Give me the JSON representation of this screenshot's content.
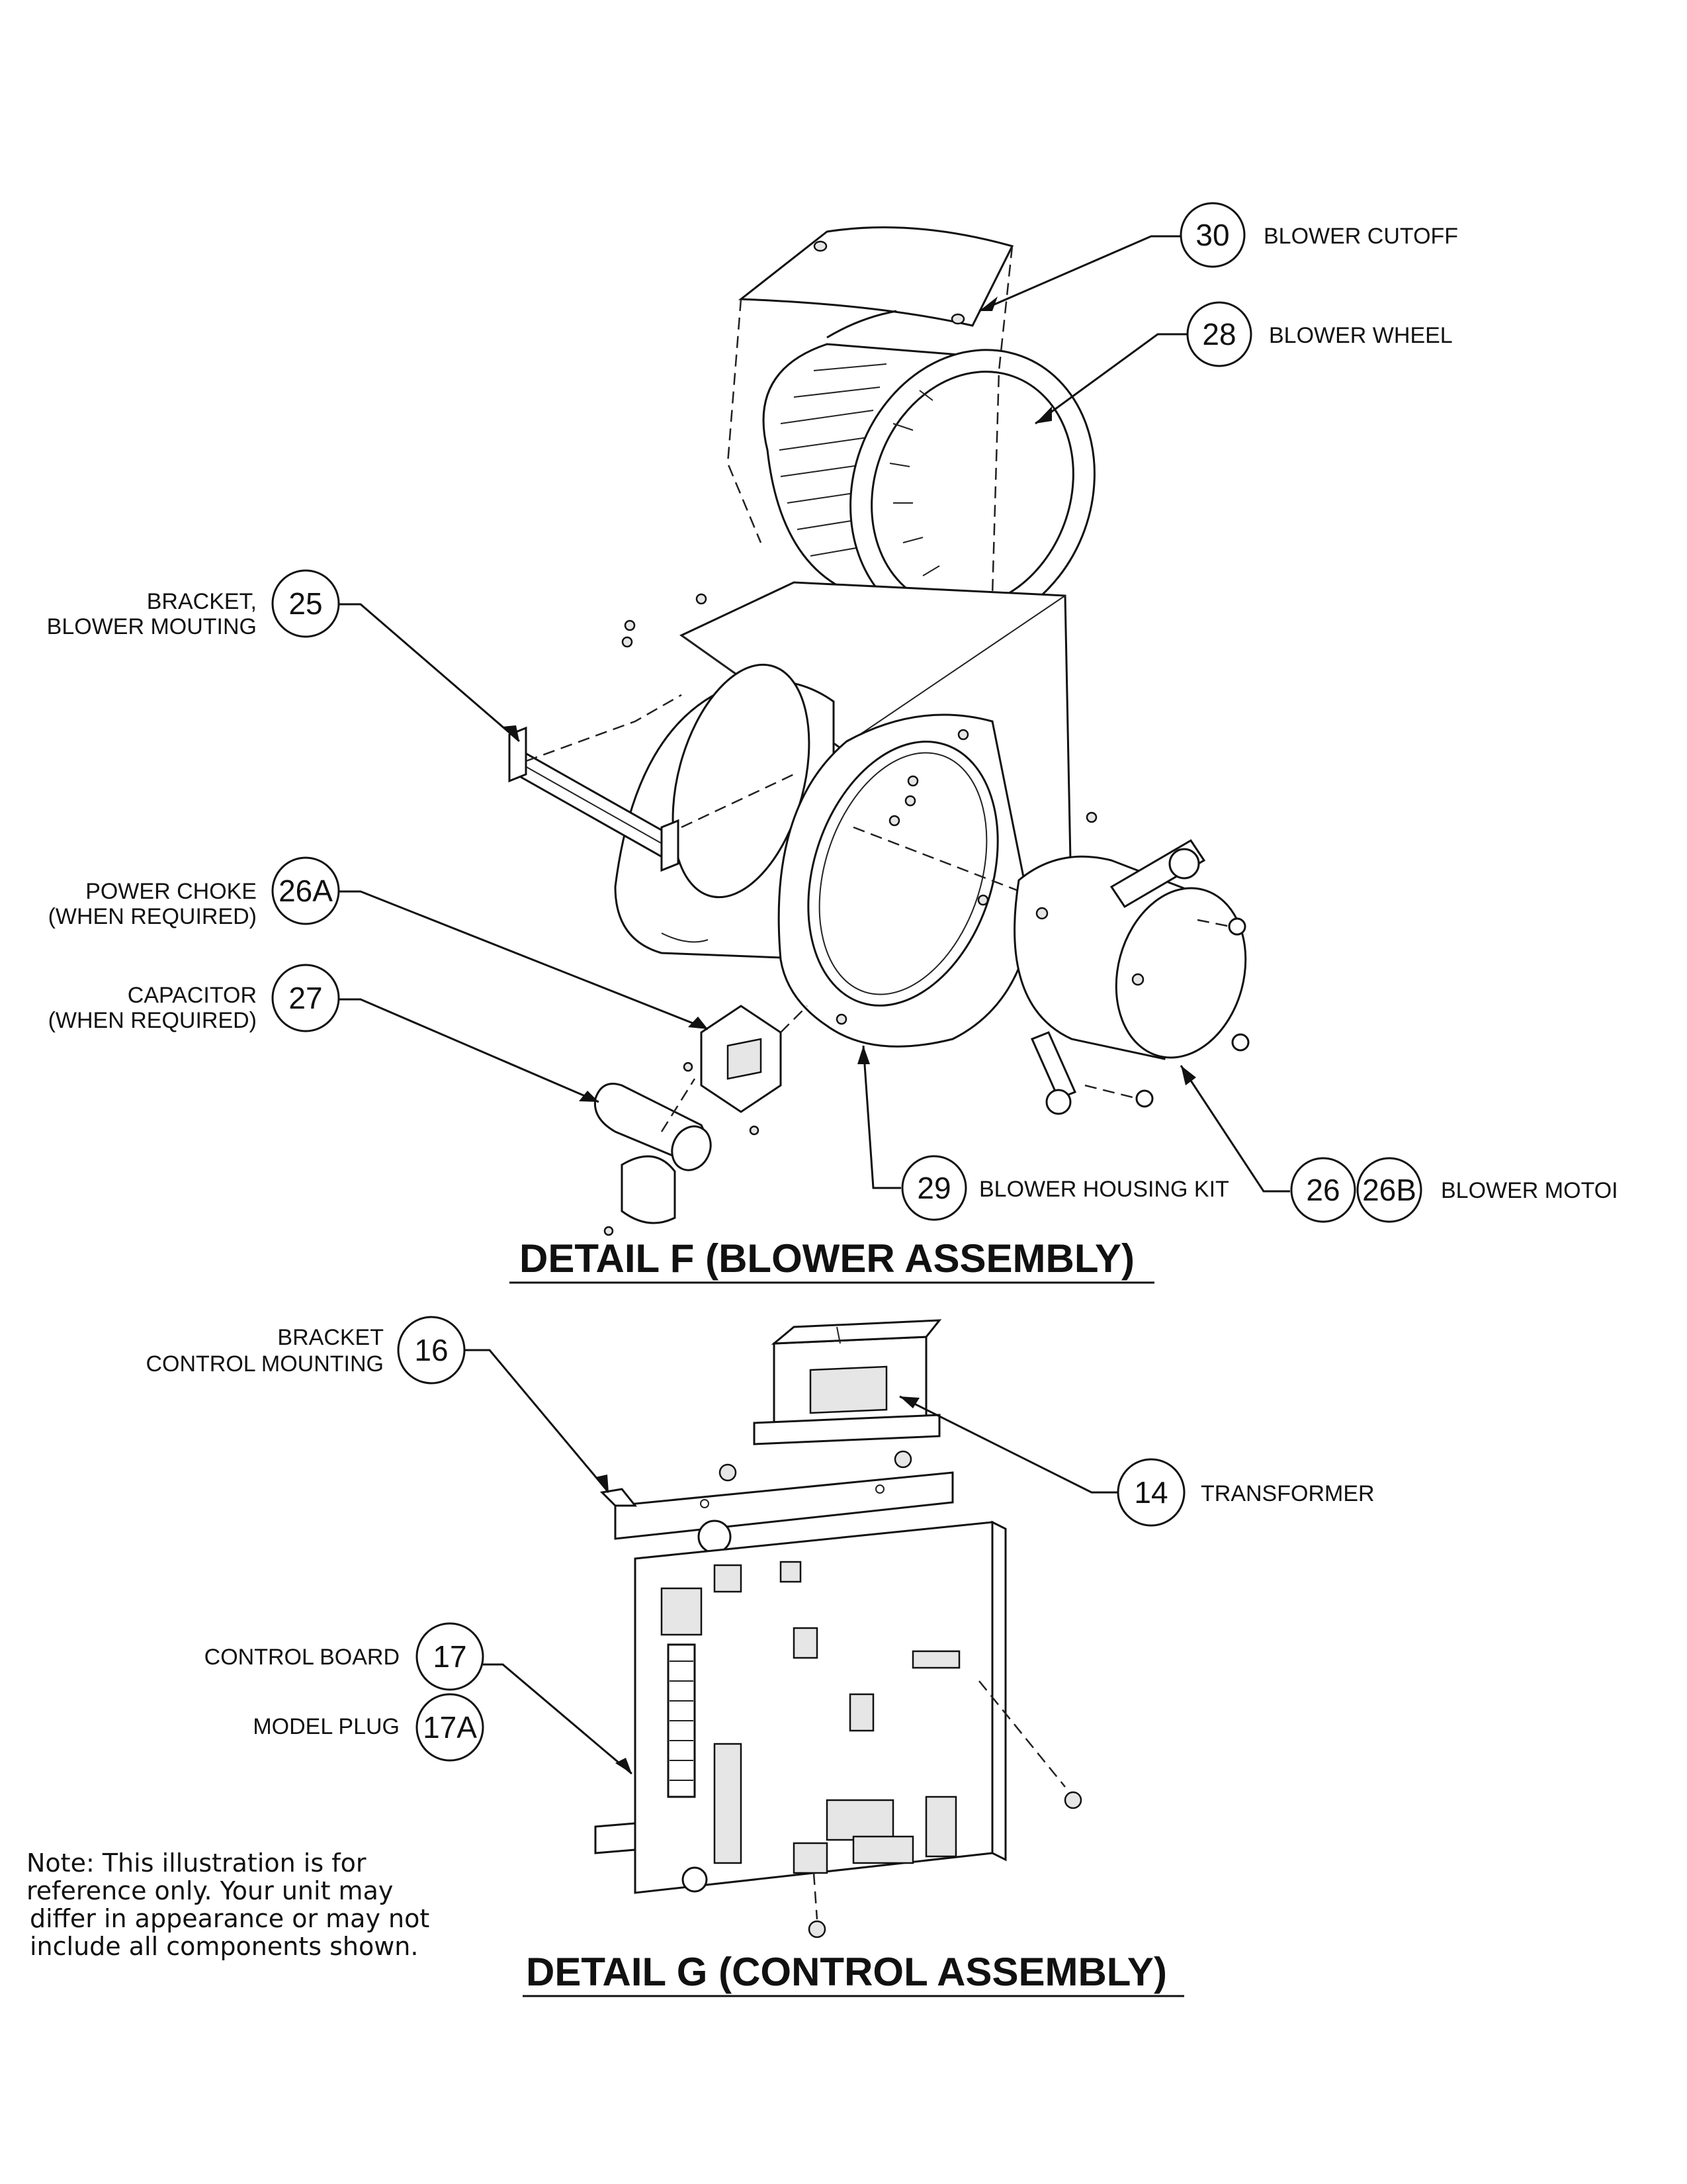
{
  "detail_f": {
    "title": "DETAIL F (BLOWER ASSEMBLY)",
    "callouts": [
      {
        "num": "30",
        "label": "BLOWER CUTOFF"
      },
      {
        "num": "28",
        "label": "BLOWER WHEEL"
      },
      {
        "num": "25",
        "label_line1": "BRACKET,",
        "label_line2": "BLOWER MOUTING"
      },
      {
        "num": "26A",
        "label_line1": "POWER CHOKE",
        "label_line2": "(WHEN REQUIRED)"
      },
      {
        "num": "27",
        "label_line1": "CAPACITOR",
        "label_line2": "(WHEN REQUIRED)"
      },
      {
        "num": "29",
        "label": "BLOWER HOUSING KIT"
      },
      {
        "num": "26",
        "num2": "26B",
        "label": "BLOWER MOTOI"
      }
    ]
  },
  "detail_g": {
    "title": "DETAIL G (CONTROL ASSEMBLY)",
    "callouts": [
      {
        "num": "16",
        "label_line1": "BRACKET",
        "label_line2": "CONTROL MOUNTING"
      },
      {
        "num": "14",
        "label": "TRANSFORMER"
      },
      {
        "num": "17",
        "label": "CONTROL BOARD"
      },
      {
        "num": "17A",
        "label": "MODEL PLUG"
      }
    ]
  },
  "note": {
    "line1": "Note: This illustration is for",
    "line2": "reference only. Your unit may",
    "line3": "differ in appearance or may not",
    "line4": "include all components shown."
  }
}
